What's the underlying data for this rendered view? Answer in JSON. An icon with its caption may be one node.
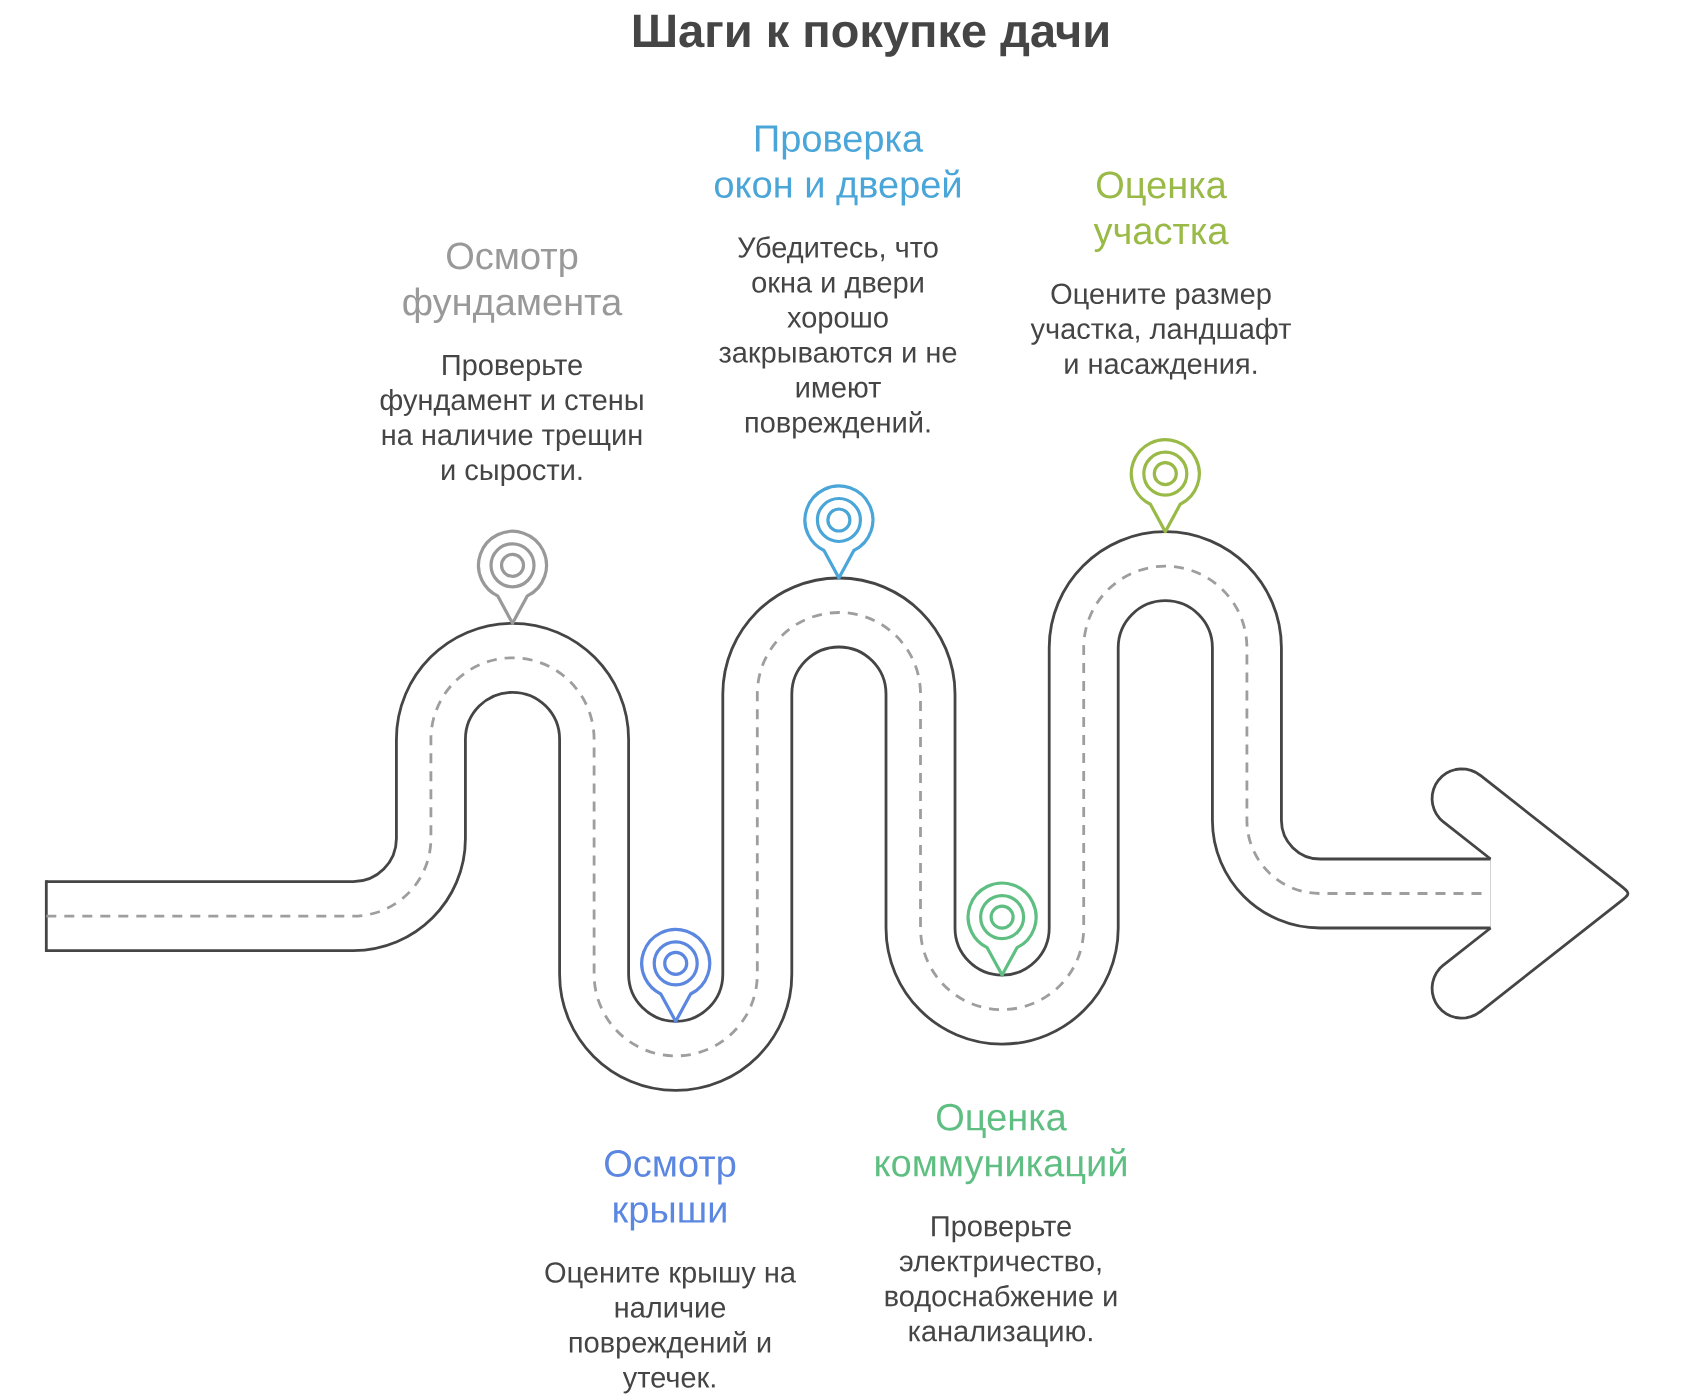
{
  "diagram": {
    "title": "Шаги к покупке дачи",
    "nodes": [
      {
        "text": [
          "Осмотр фундамента",
          "Проверьте фундамент и стены на наличие трещин и сырости."
        ]
      },
      {
        "text": [
          "Осмотр крыши",
          "Оцените крышу на наличие повреждений и утечек."
        ]
      },
      {
        "text": [
          "Проверка окон и дверей",
          "Убедитесь, что окна и двери хорошо закрываются и не имеют повреждений."
        ]
      },
      {
        "text": [
          "Оценка коммуникаций",
          "Проверьте электричество, водоснабжение и канализацию."
        ]
      },
      {
        "text": [
          "Оценка участка",
          "Оцените размер участка, ландшафт и насаждения."
        ]
      }
    ]
  }
}
